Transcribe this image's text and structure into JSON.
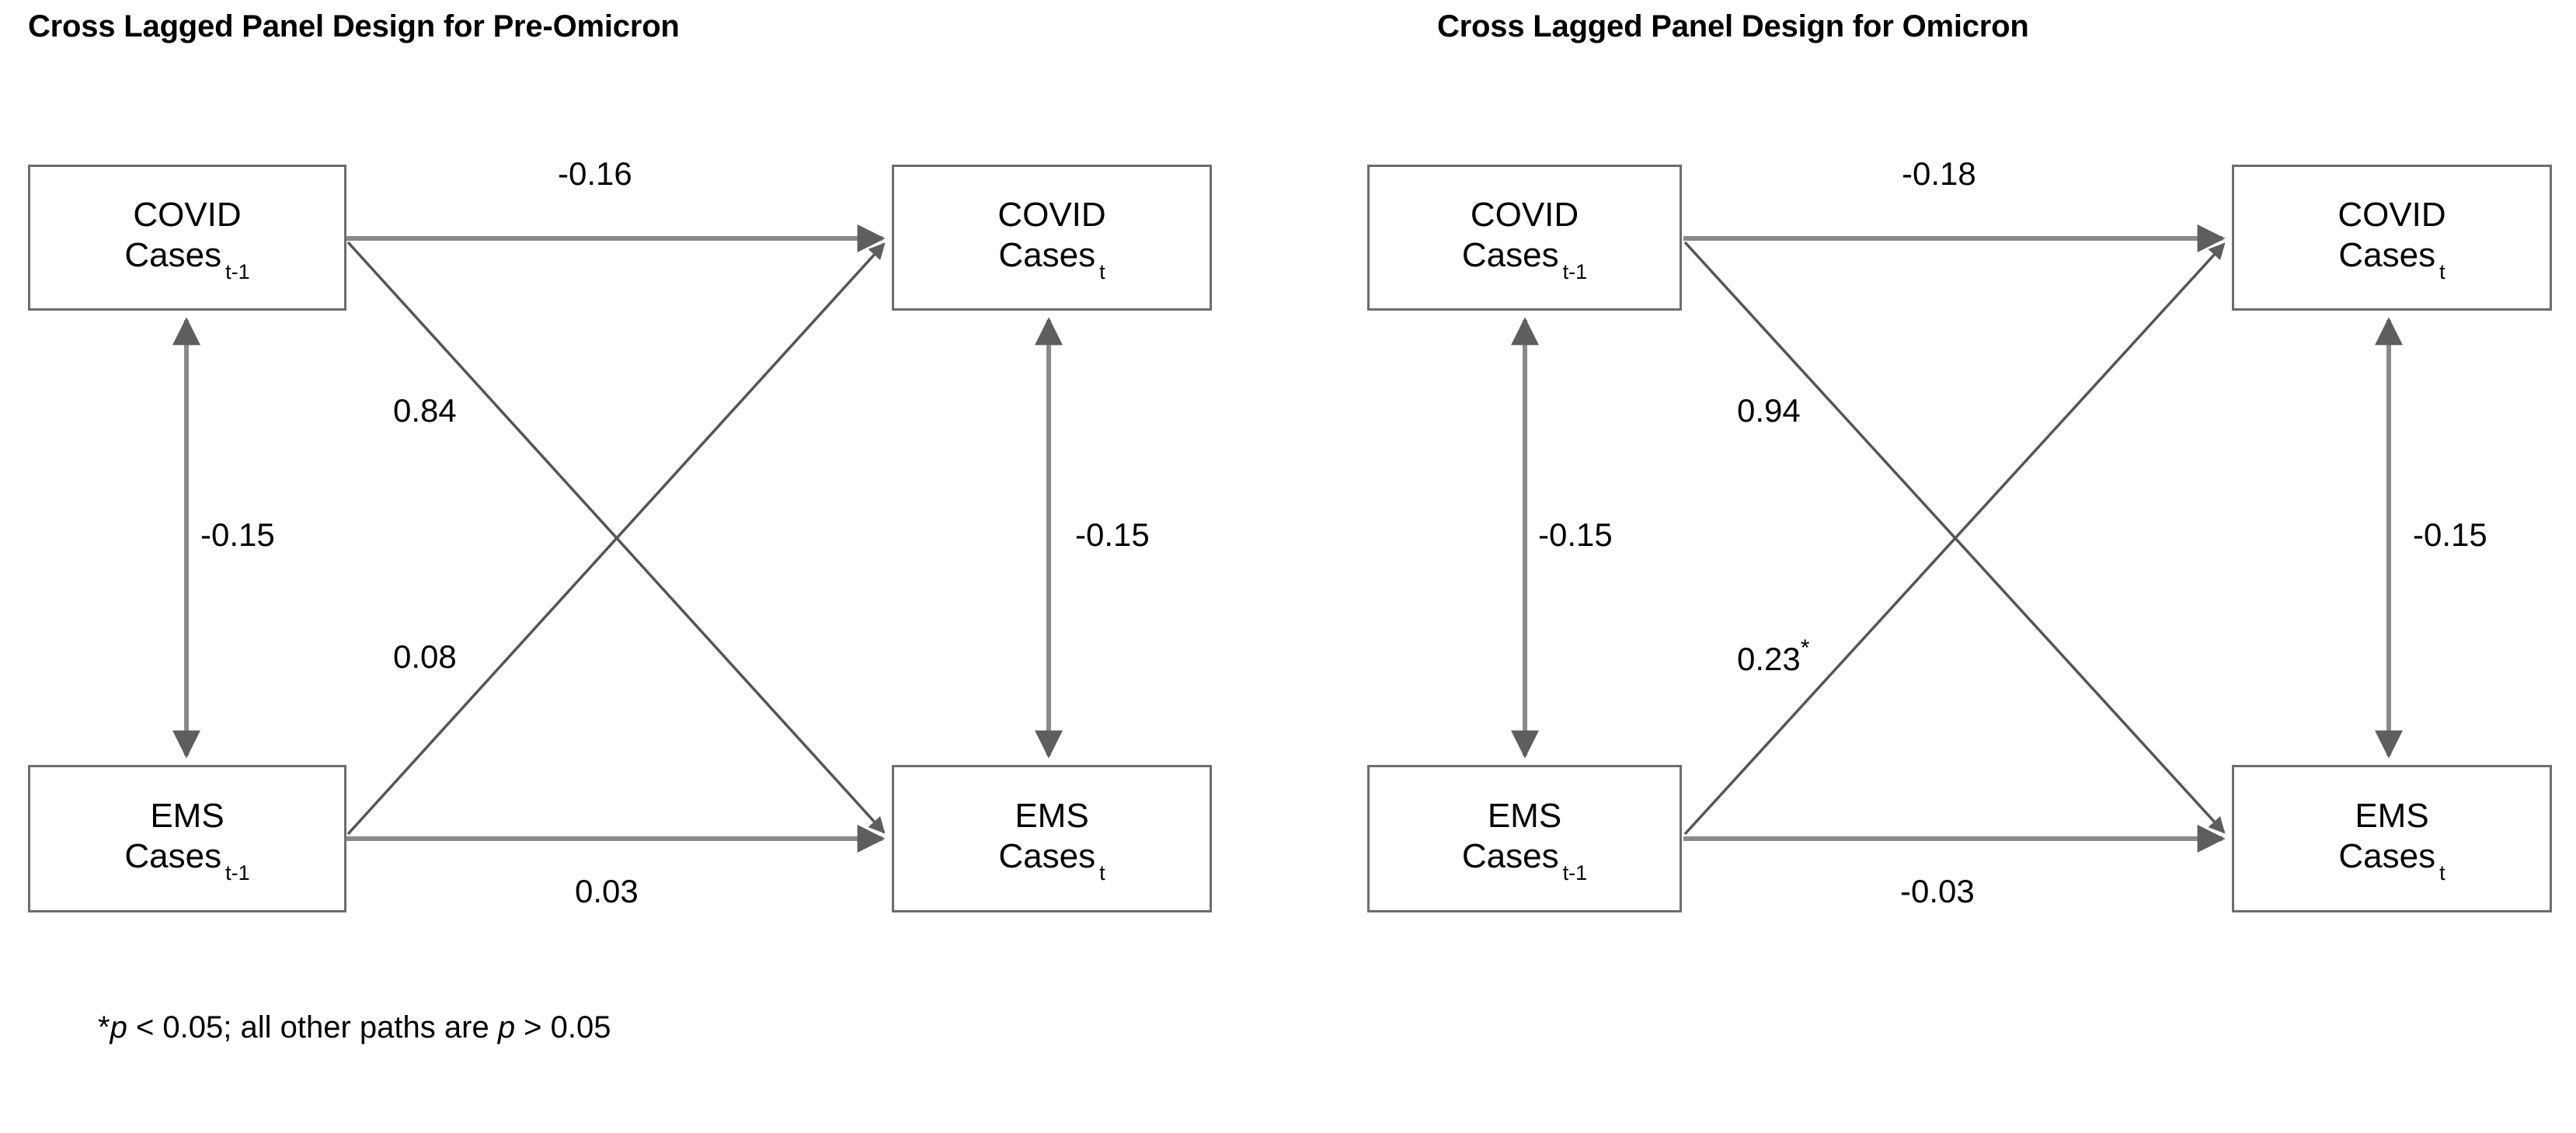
{
  "figure": {
    "footnote_star": "*",
    "footnote_p1": "p",
    "footnote_mid": " < 0.05; all other paths are ",
    "footnote_p2": "p",
    "footnote_end": " > 0.05",
    "footnote_full": "*p < 0.05; all other paths are p > 0.05",
    "line_color": "#6d6d6d",
    "text_color": "#000000",
    "background": "#ffffff"
  },
  "panels": [
    {
      "id": "pre-omicron",
      "title": "Cross Lagged Panel Design for Pre-Omicron",
      "nodes": [
        {
          "id": "covid-t1",
          "line1": "COVID",
          "line2": "Cases",
          "sub": "t-1"
        },
        {
          "id": "covid-t",
          "line1": "COVID",
          "line2": "Cases",
          "sub": "t"
        },
        {
          "id": "ems-t1",
          "line1": "EMS",
          "line2": "Cases",
          "sub": "t-1"
        },
        {
          "id": "ems-t",
          "line1": "EMS",
          "line2": "Cases",
          "sub": "t"
        }
      ],
      "paths": {
        "covid_autoregressive": "-0.16",
        "covid_to_ems_cross": "0.84",
        "ems_to_covid_cross": "0.08",
        "ems_autoregressive": "0.03",
        "covariance_t1": "-0.15",
        "covariance_t": "-0.15"
      }
    },
    {
      "id": "omicron",
      "title": "Cross Lagged Panel Design for Omicron",
      "nodes": [
        {
          "id": "covid-t1",
          "line1": "COVID",
          "line2": "Cases",
          "sub": "t-1"
        },
        {
          "id": "covid-t",
          "line1": "COVID",
          "line2": "Cases",
          "sub": "t"
        },
        {
          "id": "ems-t1",
          "line1": "EMS",
          "line2": "Cases",
          "sub": "t-1"
        },
        {
          "id": "ems-t",
          "line1": "EMS",
          "line2": "Cases",
          "sub": "t"
        }
      ],
      "paths": {
        "covid_autoregressive": "-0.18",
        "covid_to_ems_cross": "0.94",
        "ems_to_covid_cross_value": "0.23",
        "ems_to_covid_cross_star": "*",
        "ems_autoregressive": "-0.03",
        "covariance_t1": "-0.15",
        "covariance_t": "-0.15"
      }
    }
  ],
  "chart_data": {
    "type": "diagram",
    "diagram_kind": "cross-lagged-panel-path-model",
    "title": "Cross Lagged Panel Design for Pre-Omicron / Omicron",
    "variables": [
      "COVID Cases t-1",
      "EMS Cases t-1",
      "COVID Cases t",
      "EMS Cases t"
    ],
    "models": [
      {
        "name": "Pre-Omicron",
        "coefficients": [
          {
            "from": "COVID Cases t-1",
            "to": "COVID Cases t",
            "type": "autoregressive",
            "value": -0.16,
            "significant": false
          },
          {
            "from": "EMS Cases t-1",
            "to": "EMS Cases t",
            "type": "autoregressive",
            "value": 0.03,
            "significant": false
          },
          {
            "from": "COVID Cases t-1",
            "to": "EMS Cases t",
            "type": "cross-lagged",
            "value": 0.84,
            "significant": false
          },
          {
            "from": "EMS Cases t-1",
            "to": "COVID Cases t",
            "type": "cross-lagged",
            "value": 0.08,
            "significant": false
          },
          {
            "from": "COVID Cases t-1",
            "to": "EMS Cases t-1",
            "type": "covariance",
            "value": -0.15,
            "significant": false
          },
          {
            "from": "COVID Cases t",
            "to": "EMS Cases t",
            "type": "covariance",
            "value": -0.15,
            "significant": false
          }
        ]
      },
      {
        "name": "Omicron",
        "coefficients": [
          {
            "from": "COVID Cases t-1",
            "to": "COVID Cases t",
            "type": "autoregressive",
            "value": -0.18,
            "significant": false
          },
          {
            "from": "EMS Cases t-1",
            "to": "EMS Cases t",
            "type": "autoregressive",
            "value": -0.03,
            "significant": false
          },
          {
            "from": "COVID Cases t-1",
            "to": "EMS Cases t",
            "type": "cross-lagged",
            "value": 0.94,
            "significant": false
          },
          {
            "from": "EMS Cases t-1",
            "to": "COVID Cases t",
            "type": "cross-lagged",
            "value": 0.23,
            "significant": true
          },
          {
            "from": "COVID Cases t-1",
            "to": "EMS Cases t-1",
            "type": "covariance",
            "value": -0.15,
            "significant": false
          },
          {
            "from": "COVID Cases t",
            "to": "EMS Cases t",
            "type": "covariance",
            "value": -0.15,
            "significant": false
          }
        ]
      }
    ],
    "note": "*p < 0.05; all other paths are p > 0.05"
  }
}
